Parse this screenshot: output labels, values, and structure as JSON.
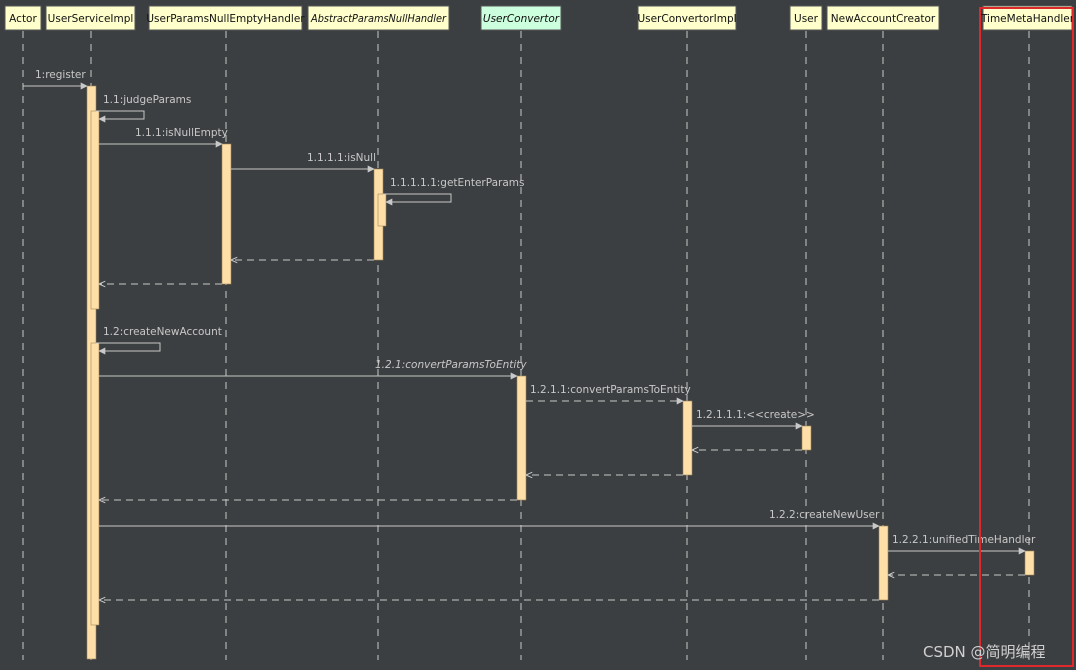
{
  "participants": [
    {
      "id": "actor",
      "label": "Actor",
      "style": "normal"
    },
    {
      "id": "usi",
      "label": "UserServiceImpl",
      "style": "normal"
    },
    {
      "id": "upneh",
      "label": "UserParamsNullEmptyHandler",
      "style": "normal"
    },
    {
      "id": "apnh",
      "label": "AbstractParamsNullHandler",
      "style": "abstract"
    },
    {
      "id": "uc",
      "label": "UserConvertor",
      "style": "interface"
    },
    {
      "id": "uci",
      "label": "UserConvertorImpl",
      "style": "normal"
    },
    {
      "id": "user",
      "label": "User",
      "style": "normal"
    },
    {
      "id": "nac",
      "label": "NewAccountCreator",
      "style": "normal"
    },
    {
      "id": "tmh",
      "label": "TimeMetaHandler",
      "style": "normal"
    }
  ],
  "messages": [
    {
      "label": "1:register",
      "from": "actor",
      "to": "usi",
      "kind": "call"
    },
    {
      "label": "1.1:judgeParams",
      "from": "usi",
      "to": "usi",
      "kind": "self"
    },
    {
      "label": "1.1.1:isNullEmpty",
      "from": "usi",
      "to": "upneh",
      "kind": "call"
    },
    {
      "label": "1.1.1.1:isNull",
      "from": "upneh",
      "to": "apnh",
      "kind": "call"
    },
    {
      "label": "1.1.1.1.1:getEnterParams",
      "from": "apnh",
      "to": "apnh",
      "kind": "self"
    },
    {
      "label": "",
      "from": "apnh",
      "to": "upneh",
      "kind": "return"
    },
    {
      "label": "",
      "from": "upneh",
      "to": "usi",
      "kind": "return"
    },
    {
      "label": "1.2:createNewAccount",
      "from": "usi",
      "to": "usi",
      "kind": "self"
    },
    {
      "label": "1.2.1:convertParamsToEntity",
      "from": "usi",
      "to": "uc",
      "kind": "call",
      "italic": true
    },
    {
      "label": "1.2.1.1:convertParamsToEntity",
      "from": "uc",
      "to": "uci",
      "kind": "dashed-call"
    },
    {
      "label": "1.2.1.1.1:<<create>>",
      "from": "uci",
      "to": "user",
      "kind": "call"
    },
    {
      "label": "",
      "from": "user",
      "to": "uci",
      "kind": "return"
    },
    {
      "label": "",
      "from": "uci",
      "to": "uc",
      "kind": "return"
    },
    {
      "label": "",
      "from": "uc",
      "to": "usi",
      "kind": "return"
    },
    {
      "label": "1.2.2:createNewUser",
      "from": "usi",
      "to": "nac",
      "kind": "call"
    },
    {
      "label": "1.2.2.1:unifiedTimeHandler",
      "from": "nac",
      "to": "tmh",
      "kind": "call"
    },
    {
      "label": "",
      "from": "tmh",
      "to": "nac",
      "kind": "return"
    },
    {
      "label": "",
      "from": "nac",
      "to": "usi",
      "kind": "return"
    }
  ],
  "colors": {
    "background": "#3c3f41",
    "participant_fill": "#ffffcc",
    "interface_fill": "#ccffdd",
    "activation_fill": "#ffdfa8",
    "line": "#c8c8c8",
    "highlight_border": "#e0282b"
  },
  "watermark": "CSDN @简明编程"
}
